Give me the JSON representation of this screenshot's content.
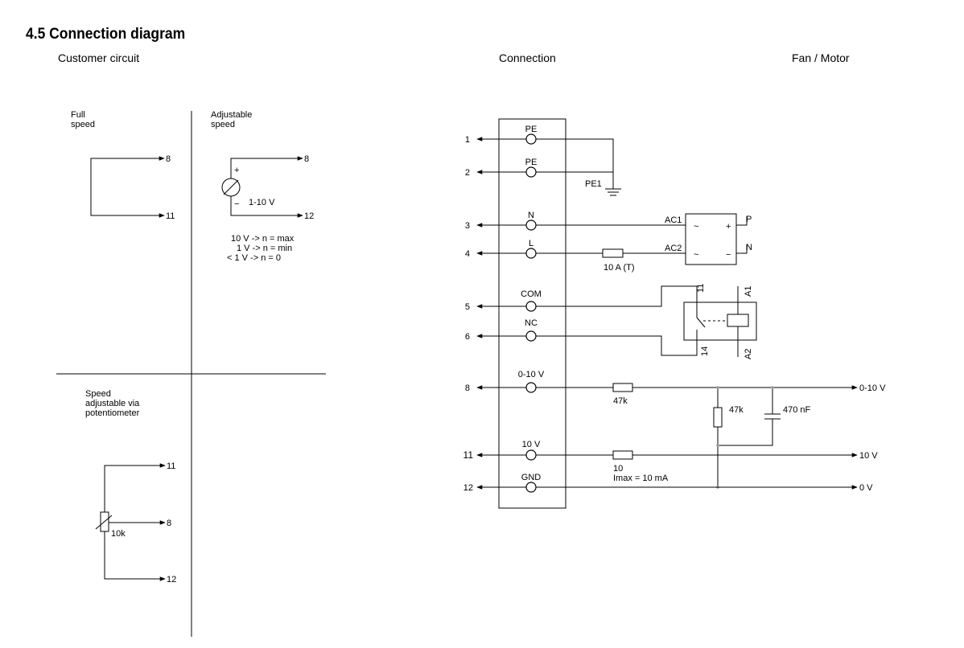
{
  "title": "4.5 Connection diagram",
  "columns": {
    "customer": "Customer circuit",
    "connection": "Connection",
    "fan": "Fan / Motor"
  },
  "customer": {
    "full_speed": [
      "Full",
      "speed"
    ],
    "adjustable_speed": [
      "Adjustable",
      "speed"
    ],
    "potentiometer": [
      "Speed",
      "adjustable via",
      "potentiometer"
    ],
    "plus": "+",
    "minus": "−",
    "source_label": "1-10 V",
    "pot_value": "10k",
    "notes": [
      "10 V -> n = max",
      "1 V -> n = min",
      "< 1 V -> n = 0"
    ],
    "full_terminals": [
      "8",
      "11"
    ],
    "adj_terminals": [
      "8",
      "12"
    ],
    "pot_terminals": [
      "11",
      "8",
      "12"
    ]
  },
  "terminals": [
    {
      "num": "1",
      "label": "PE"
    },
    {
      "num": "2",
      "label": "PE"
    },
    {
      "num": "3",
      "label": "N"
    },
    {
      "num": "4",
      "label": "L"
    },
    {
      "num": "5",
      "label": "COM"
    },
    {
      "num": "6",
      "label": "NC"
    },
    {
      "num": "8",
      "label": "0-10 V"
    },
    {
      "num": "11",
      "label": "10 V"
    },
    {
      "num": "12",
      "label": "GND"
    }
  ],
  "motor": {
    "ground_label": "PE1",
    "ac1": "AC1",
    "ac2": "AC2",
    "fuse": "10 A (T)",
    "rect_p": "P",
    "rect_n": "N",
    "rect_tilde": "~",
    "rect_plus": "+",
    "rect_minus": "−",
    "relay_pins": [
      "11",
      "14",
      "A1",
      "A2"
    ],
    "r_series_8": "47k",
    "r_shunt": "47k",
    "capacitor": "470 nF",
    "r_series_11": "10",
    "imax": "Imax = 10 mA",
    "outputs": [
      "0-10 V",
      "10 V",
      "0 V"
    ]
  }
}
